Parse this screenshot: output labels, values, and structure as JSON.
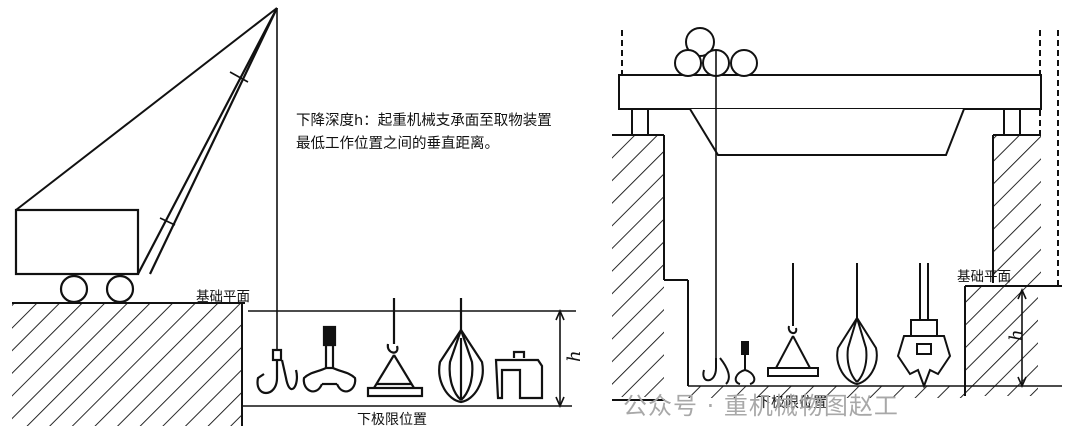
{
  "definition": {
    "line1": "下降深度h：起重机械支承面至取物装置",
    "line2": "最低工作位置之间的垂直距离。"
  },
  "left": {
    "base_label": "基础平面",
    "limit_label": "下极限位置",
    "dim_label": "h"
  },
  "right": {
    "base_label": "基础平面",
    "limit_label": "下极限位置",
    "dim_label": "h"
  },
  "watermark": "公众号 · 重机械物图赵工"
}
